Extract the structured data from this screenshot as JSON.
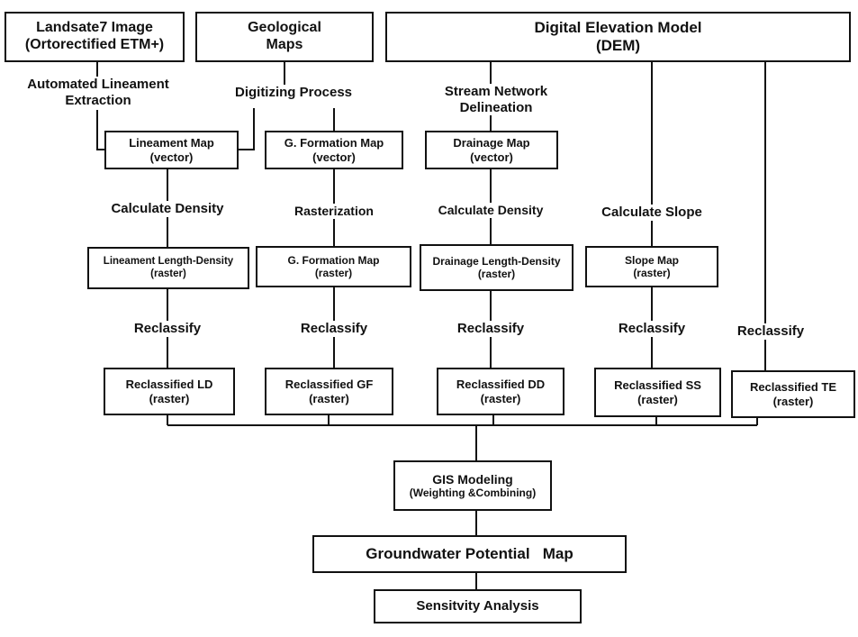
{
  "sources": {
    "landsat": [
      "Landsate7 Image",
      "(Ortorectified ETM+)"
    ],
    "geological": [
      "Geological",
      "Maps"
    ],
    "dem": [
      "Digital Elevation Model",
      "(DEM)"
    ]
  },
  "processes": {
    "automated_extraction": [
      "Automated Lineament",
      "Extraction"
    ],
    "digitizing": "Digitizing Process",
    "stream_network": [
      "Stream Network",
      "Delineation"
    ],
    "calc_density_lineament": "Calculate Density",
    "rasterization": "Rasterization",
    "calc_density_drainage": "Calculate Density",
    "calc_slope": "Calculate Slope",
    "reclassify_ld": "Reclassify",
    "reclassify_gf": "Reclassify",
    "reclassify_dd": "Reclassify",
    "reclassify_ss": "Reclassify",
    "reclassify_te": "Reclassify"
  },
  "vector_maps": {
    "lineament": [
      "Lineament Map",
      "(vector)"
    ],
    "formation": [
      "G. Formation Map",
      "(vector)"
    ],
    "drainage": [
      "Drainage Map",
      "(vector)"
    ]
  },
  "raster_maps": {
    "lineament": [
      "Lineament Length-Density",
      "(raster)"
    ],
    "formation": [
      "G. Formation Map",
      "(raster)"
    ],
    "drainage": [
      "Drainage Length-Density",
      "(raster)"
    ],
    "slope": [
      "Slope Map",
      "(raster)"
    ]
  },
  "reclassified": {
    "ld": [
      "Reclassified LD",
      "(raster)"
    ],
    "gf": [
      "Reclassified GF",
      "(raster)"
    ],
    "dd": [
      "Reclassified DD",
      "(raster)"
    ],
    "ss": [
      "Reclassified SS",
      "(raster)"
    ],
    "te": [
      "Reclassified TE",
      "(raster)"
    ]
  },
  "modeling": [
    "GIS Modeling",
    "(Weighting &Combining)"
  ],
  "output": "Groundwater Potential   Map",
  "analysis": "Sensitvity Analysis"
}
